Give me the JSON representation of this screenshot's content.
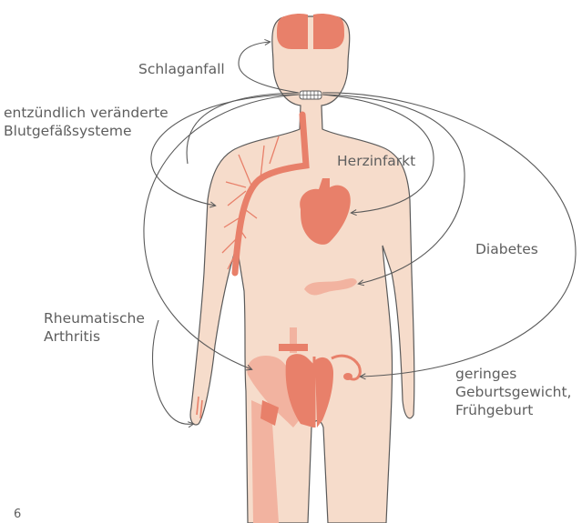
{
  "labels": {
    "stroke": "Schlaganfall",
    "vessels_line1": "entzündlich veränderte",
    "vessels_line2": "Blutgefäßsysteme",
    "heart_attack": "Herzinfarkt",
    "diabetes": "Diabetes",
    "arthritis_line1": "Rheumatische",
    "arthritis_line2": "Arthritis",
    "birth_line1": "geringes",
    "birth_line2": "Geburtsgewicht,",
    "birth_line3": "Frühgeburt"
  },
  "page_number": "6",
  "colors": {
    "skin": "#f6dccb",
    "outline": "#5a5a5a",
    "organ": "#e8806a",
    "organ_light": "#f2b3a0",
    "text": "#5e5e5e"
  }
}
